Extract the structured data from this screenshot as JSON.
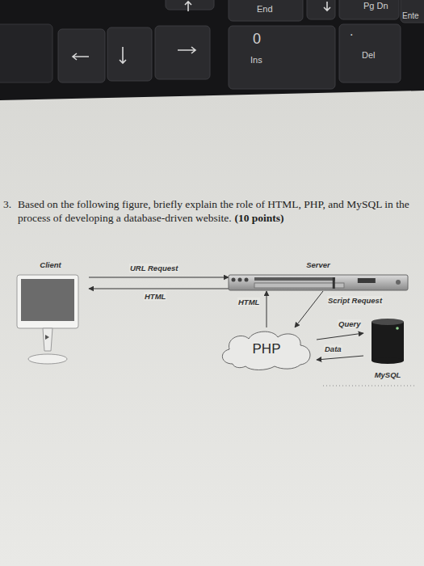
{
  "diagram": {
    "nodes": [
      {
        "text": [
          "Client"
        ]
      },
      {
        "text": [
          "Server"
        ]
      },
      {
        "text": [
          "PHP"
        ]
      },
      {
        "text": [
          "MySQL"
        ]
      }
    ],
    "edges": [
      {
        "from": 0,
        "to": 1,
        "arrow": "to",
        "label": "URL Request"
      },
      {
        "from": 1,
        "to": 0,
        "arrow": "to",
        "label": "HTML"
      },
      {
        "from": 2,
        "to": 1,
        "arrow": "to",
        "label": "HTML"
      },
      {
        "from": 1,
        "to": 2,
        "arrow": "to",
        "label": "Script Request"
      },
      {
        "from": 2,
        "to": 3,
        "arrow": "to",
        "label": "Query"
      },
      {
        "from": 3,
        "to": 2,
        "arrow": "to",
        "label": "Data"
      }
    ],
    "labels": [
      "End",
      "Pg Dn",
      "Ente",
      "0",
      "Ins",
      ".",
      "Del",
      "3.",
      "Based on the following figure, briefly explain the role of HTML, PHP, and MySQL in the process of developing a database-driven website.",
      "(10 points)"
    ]
  }
}
